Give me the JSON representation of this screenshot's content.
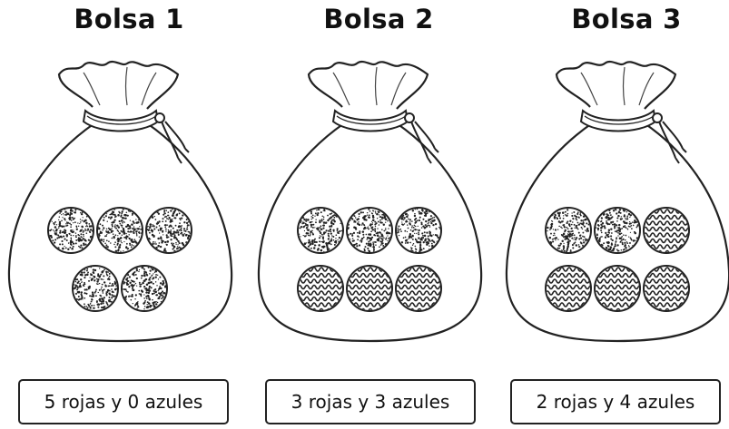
{
  "bags": [
    {
      "title": "Bolsa 1",
      "label": "5 rojas y 0 azules",
      "rows": [
        [
          "red",
          "red",
          "red"
        ],
        [
          "red",
          "red"
        ]
      ]
    },
    {
      "title": "Bolsa 2",
      "label": "3 rojas y 3 azules",
      "rows": [
        [
          "red",
          "red",
          "red"
        ],
        [
          "blue",
          "blue",
          "blue"
        ]
      ]
    },
    {
      "title": "Bolsa 3",
      "label": "2 rojas y 4 azules",
      "rows": [
        [
          "red",
          "red",
          "blue"
        ],
        [
          "blue",
          "blue",
          "blue"
        ]
      ]
    }
  ],
  "legend": {
    "red": "dotted-ball",
    "blue": "wavy-ball"
  }
}
